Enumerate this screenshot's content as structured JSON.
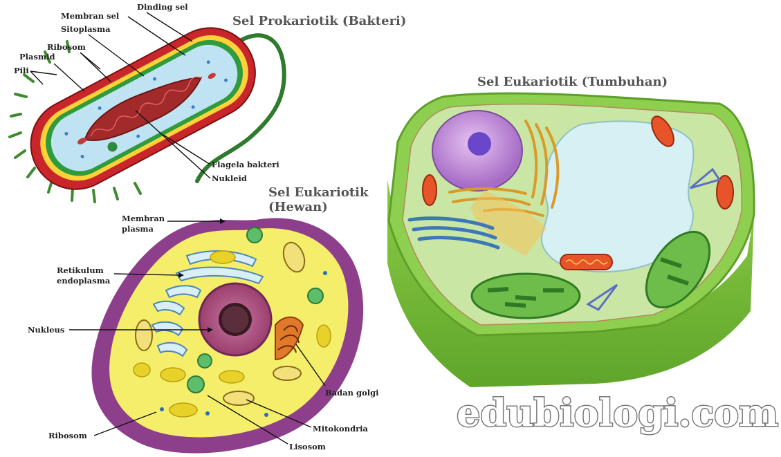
{
  "titles": {
    "prokaryote": "Sel Prokariotik (Bakteri)",
    "animal_line1": "Sel Eukariotik",
    "animal_line2": "(Hewan)",
    "plant": "Sel Eukariotik (Tumbuhan)"
  },
  "prokaryote_labels": {
    "dinding_sel": "Dinding sel",
    "membran_sel": "Membran sel",
    "sitoplasma": "Sitoplasma",
    "ribosom": "Ribosom",
    "plasmid": "Plasmid",
    "pili": "Pili",
    "flagela": "Flagela bakteri",
    "nukleid": "Nukleid"
  },
  "animal_labels": {
    "membran_plasma_1": "Membran",
    "membran_plasma_2": "plasma",
    "retikulum_1": "Retikulum",
    "retikulum_2": "endoplasma",
    "nukleus": "Nukleus",
    "ribosom": "Ribosom",
    "badan_golgi": "Badan golgi",
    "mitokondria": "Mitokondria",
    "lisosom": "Lisosom"
  },
  "watermark": "edubiologi.com",
  "colors": {
    "cell_wall_red": "#c8262b",
    "cytoplasm_blue": "#bfe3f2",
    "nucleoid_red": "#a32a2a",
    "animal_membrane": "#8e3f8c",
    "animal_cytoplasm": "#f5ee6a",
    "plant_wall": "#7cc142",
    "plant_cytoplasm": "#c9e6a5",
    "vacuole": "#d6f0f3",
    "nucleus_purple": "#b07ad0",
    "title_gray": "#555555"
  }
}
